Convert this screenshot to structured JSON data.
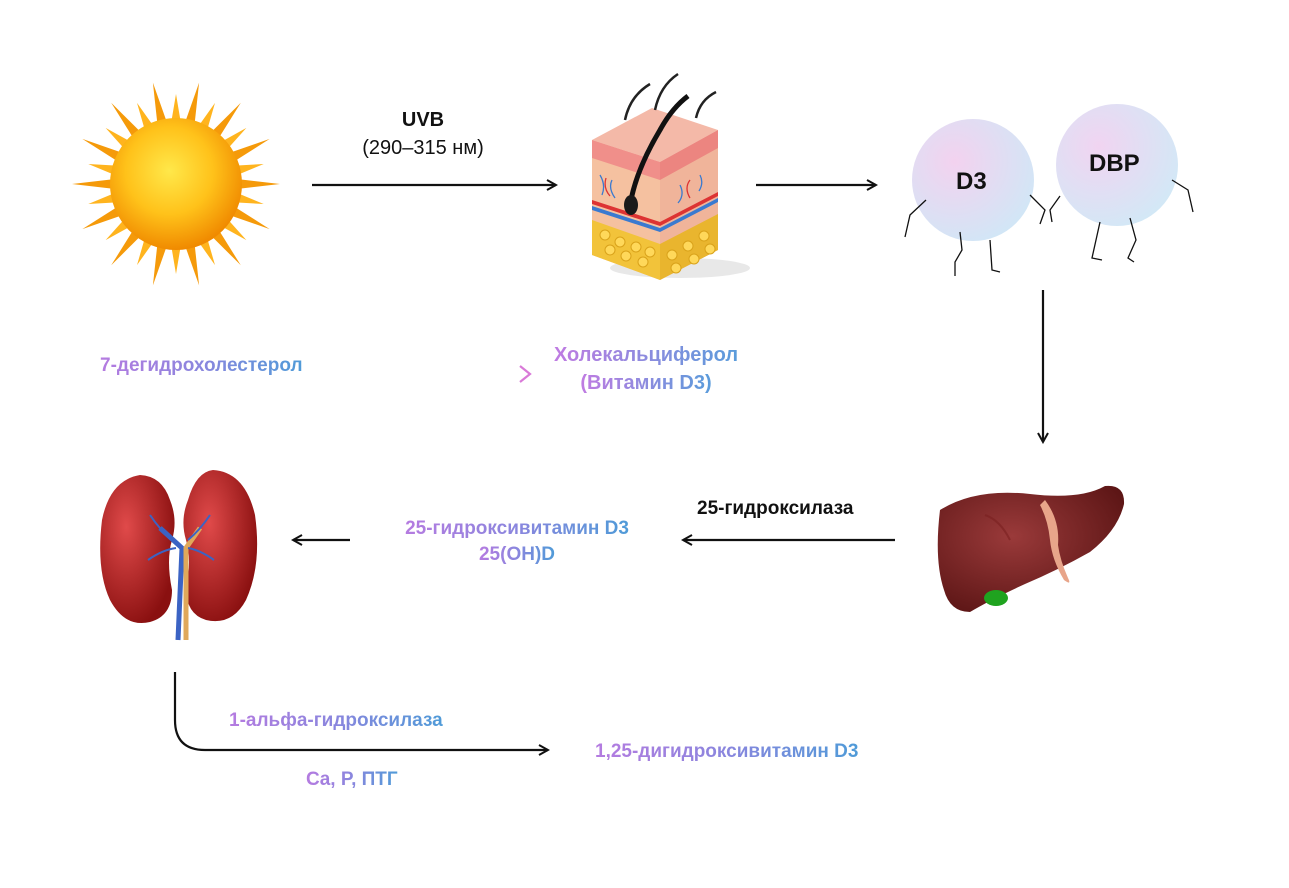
{
  "uvb": {
    "title": "UVB",
    "range": "(290–315 нм)"
  },
  "complex": {
    "d3": "D3",
    "dbp": "DBP"
  },
  "conversion": {
    "from": "7-дегидрохолестерол",
    "to_line1": "Холекальциферол",
    "to_line2": "(Витамин D3)"
  },
  "liver_step": {
    "enzyme": "25-гидроксилаза"
  },
  "metabolite": {
    "line1": "25-гидроксивитамин D3",
    "line2": "25(OH)D"
  },
  "kidney_step": {
    "enzyme": "1-альфа-гидроксилаза",
    "regulators": "Ca, P, ПТГ",
    "product": "1,25-дигидроксивитамин D3"
  },
  "icons": [
    "sun-icon",
    "skin-icon",
    "liver-icon",
    "kidney-icon"
  ],
  "colors": {
    "purple": "#b57be0",
    "blue": "#4f9bd8",
    "arrow": "#111111",
    "bubble_pink": "#f1d4f0",
    "bubble_blue": "#d3e8f6"
  }
}
